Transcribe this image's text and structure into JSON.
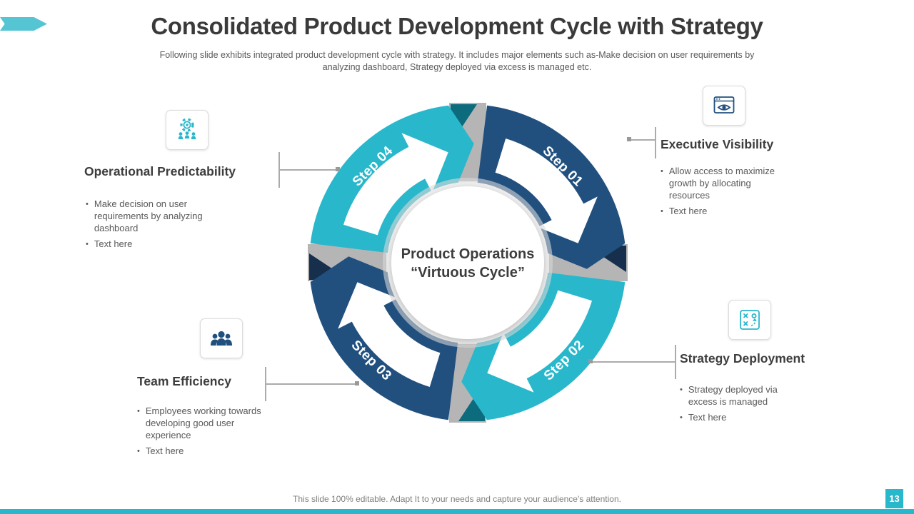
{
  "slide": {
    "title": "Consolidated Product Development Cycle with Strategy",
    "subtitle": "Following slide exhibits integrated product development cycle with strategy. It includes major elements such as-Make decision on user requirements by analyzing dashboard, Strategy deployed via excess is managed etc.",
    "footer": "This slide 100% editable. Adapt It to your needs and capture your audience's attention.",
    "page_number": "13"
  },
  "diagram": {
    "center_line1": "Product Operations",
    "center_line2": "“Virtuous Cycle”",
    "steps": [
      {
        "label": "Step 01",
        "color": "#21507F"
      },
      {
        "label": "Step 02",
        "color": "#29B7CB"
      },
      {
        "label": "Step 03",
        "color": "#21507F"
      },
      {
        "label": "Step 04",
        "color": "#29B7CB"
      }
    ]
  },
  "callouts": {
    "operational_predictability": {
      "title": "Operational Predictability",
      "icon": "gear-team-icon",
      "bullets": [
        "Make decision on user requirements by analyzing dashboard",
        "Text here"
      ]
    },
    "executive_visibility": {
      "title": "Executive Visibility",
      "icon": "dashboard-eye-icon",
      "bullets": [
        "Allow access to maximize growth by allocating resources",
        "Text here"
      ]
    },
    "team_efficiency": {
      "title": "Team Efficiency",
      "icon": "team-group-icon",
      "bullets": [
        "Employees working towards developing good user experience",
        "Text here"
      ]
    },
    "strategy_deployment": {
      "title": "Strategy Deployment",
      "icon": "strategy-board-icon",
      "bullets": [
        "Strategy deployed via excess is managed",
        "Text here"
      ]
    }
  },
  "colors": {
    "teal": "#29B7CB",
    "navy": "#21507F",
    "connector_gray": "#B5B5B5"
  }
}
